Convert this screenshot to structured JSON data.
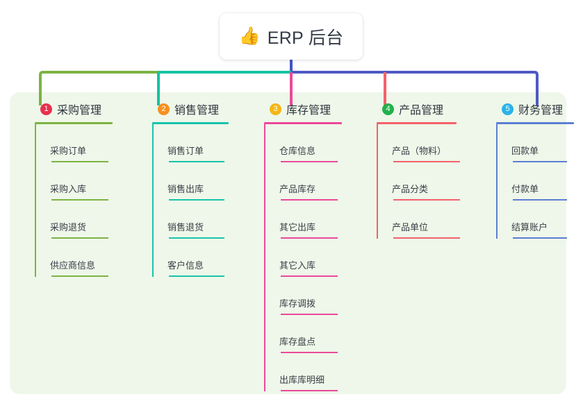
{
  "root": {
    "icon": "thumbs-up-icon",
    "emoji": "👍",
    "title": "ERP 后台"
  },
  "theme": {
    "panel_bg": "#eef7e9",
    "page_bg": "#ffffff",
    "root_stem": "#4253c5",
    "trunk_left": "#7cb342",
    "trunk_mid": "#14c4a2",
    "trunk_right": "#4f59c4"
  },
  "branches": [
    {
      "number": "1",
      "label": "采购管理",
      "badge_color": "#e8304f",
      "line_color": "#7cb342",
      "items": [
        {
          "label": "采购订单"
        },
        {
          "label": "采购入库"
        },
        {
          "label": "采购退货"
        },
        {
          "label": "供应商信息"
        }
      ]
    },
    {
      "number": "2",
      "label": "销售管理",
      "badge_color": "#f7901e",
      "line_color": "#17c4ac",
      "items": [
        {
          "label": "销售订单"
        },
        {
          "label": "销售出库"
        },
        {
          "label": "销售退货"
        },
        {
          "label": "客户信息"
        }
      ]
    },
    {
      "number": "3",
      "label": "库存管理",
      "badge_color": "#f5b615",
      "line_color": "#ec4899",
      "items": [
        {
          "label": "仓库信息"
        },
        {
          "label": "产品库存"
        },
        {
          "label": "其它出库"
        },
        {
          "label": "其它入库"
        },
        {
          "label": "库存调拨"
        },
        {
          "label": "库存盘点"
        },
        {
          "label": "出库库明细"
        }
      ]
    },
    {
      "number": "4",
      "label": "产品管理",
      "badge_color": "#22b14c",
      "line_color": "#f4616a",
      "items": [
        {
          "label": "产品（物料）"
        },
        {
          "label": "产品分类"
        },
        {
          "label": "产品单位"
        }
      ]
    },
    {
      "number": "5",
      "label": "财务管理",
      "badge_color": "#2bb3e8",
      "line_color": "#5b7fd4",
      "items": [
        {
          "label": "回款单"
        },
        {
          "label": "付款单"
        },
        {
          "label": "结算账户"
        }
      ]
    }
  ]
}
